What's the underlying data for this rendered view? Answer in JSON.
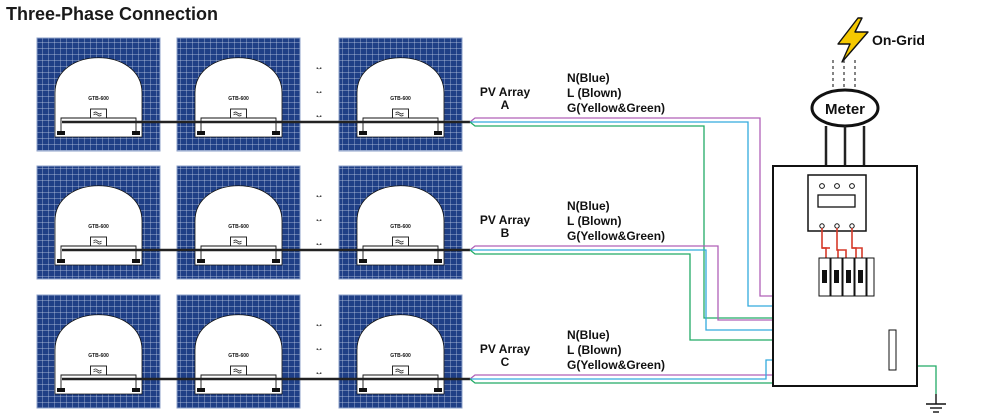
{
  "title": "Three-Phase Connection",
  "grid_label": "On-Grid",
  "meter_label": "Meter",
  "inverter_label": "GTB-600",
  "arrays": [
    {
      "name": "PV Array",
      "letter": "A",
      "wires": [
        "N(Blue)",
        "L (Blown)",
        "G(Yellow&Green)"
      ]
    },
    {
      "name": "PV Array",
      "letter": "B",
      "wires": [
        "N(Blue)",
        "L (Blown)",
        "G(Yellow&Green)"
      ]
    },
    {
      "name": "PV Array",
      "letter": "C",
      "wires": [
        "N(Blue)",
        "L (Blown)",
        "G(Yellow&Green)"
      ]
    }
  ],
  "colors": {
    "panel": "#1f3f86",
    "neutral_wire": "#33aadd",
    "line_wire": "#b060b8",
    "ground_wire": "#22aa66",
    "feed_wire": "#d63a2a",
    "lightning": "#f5c800"
  }
}
